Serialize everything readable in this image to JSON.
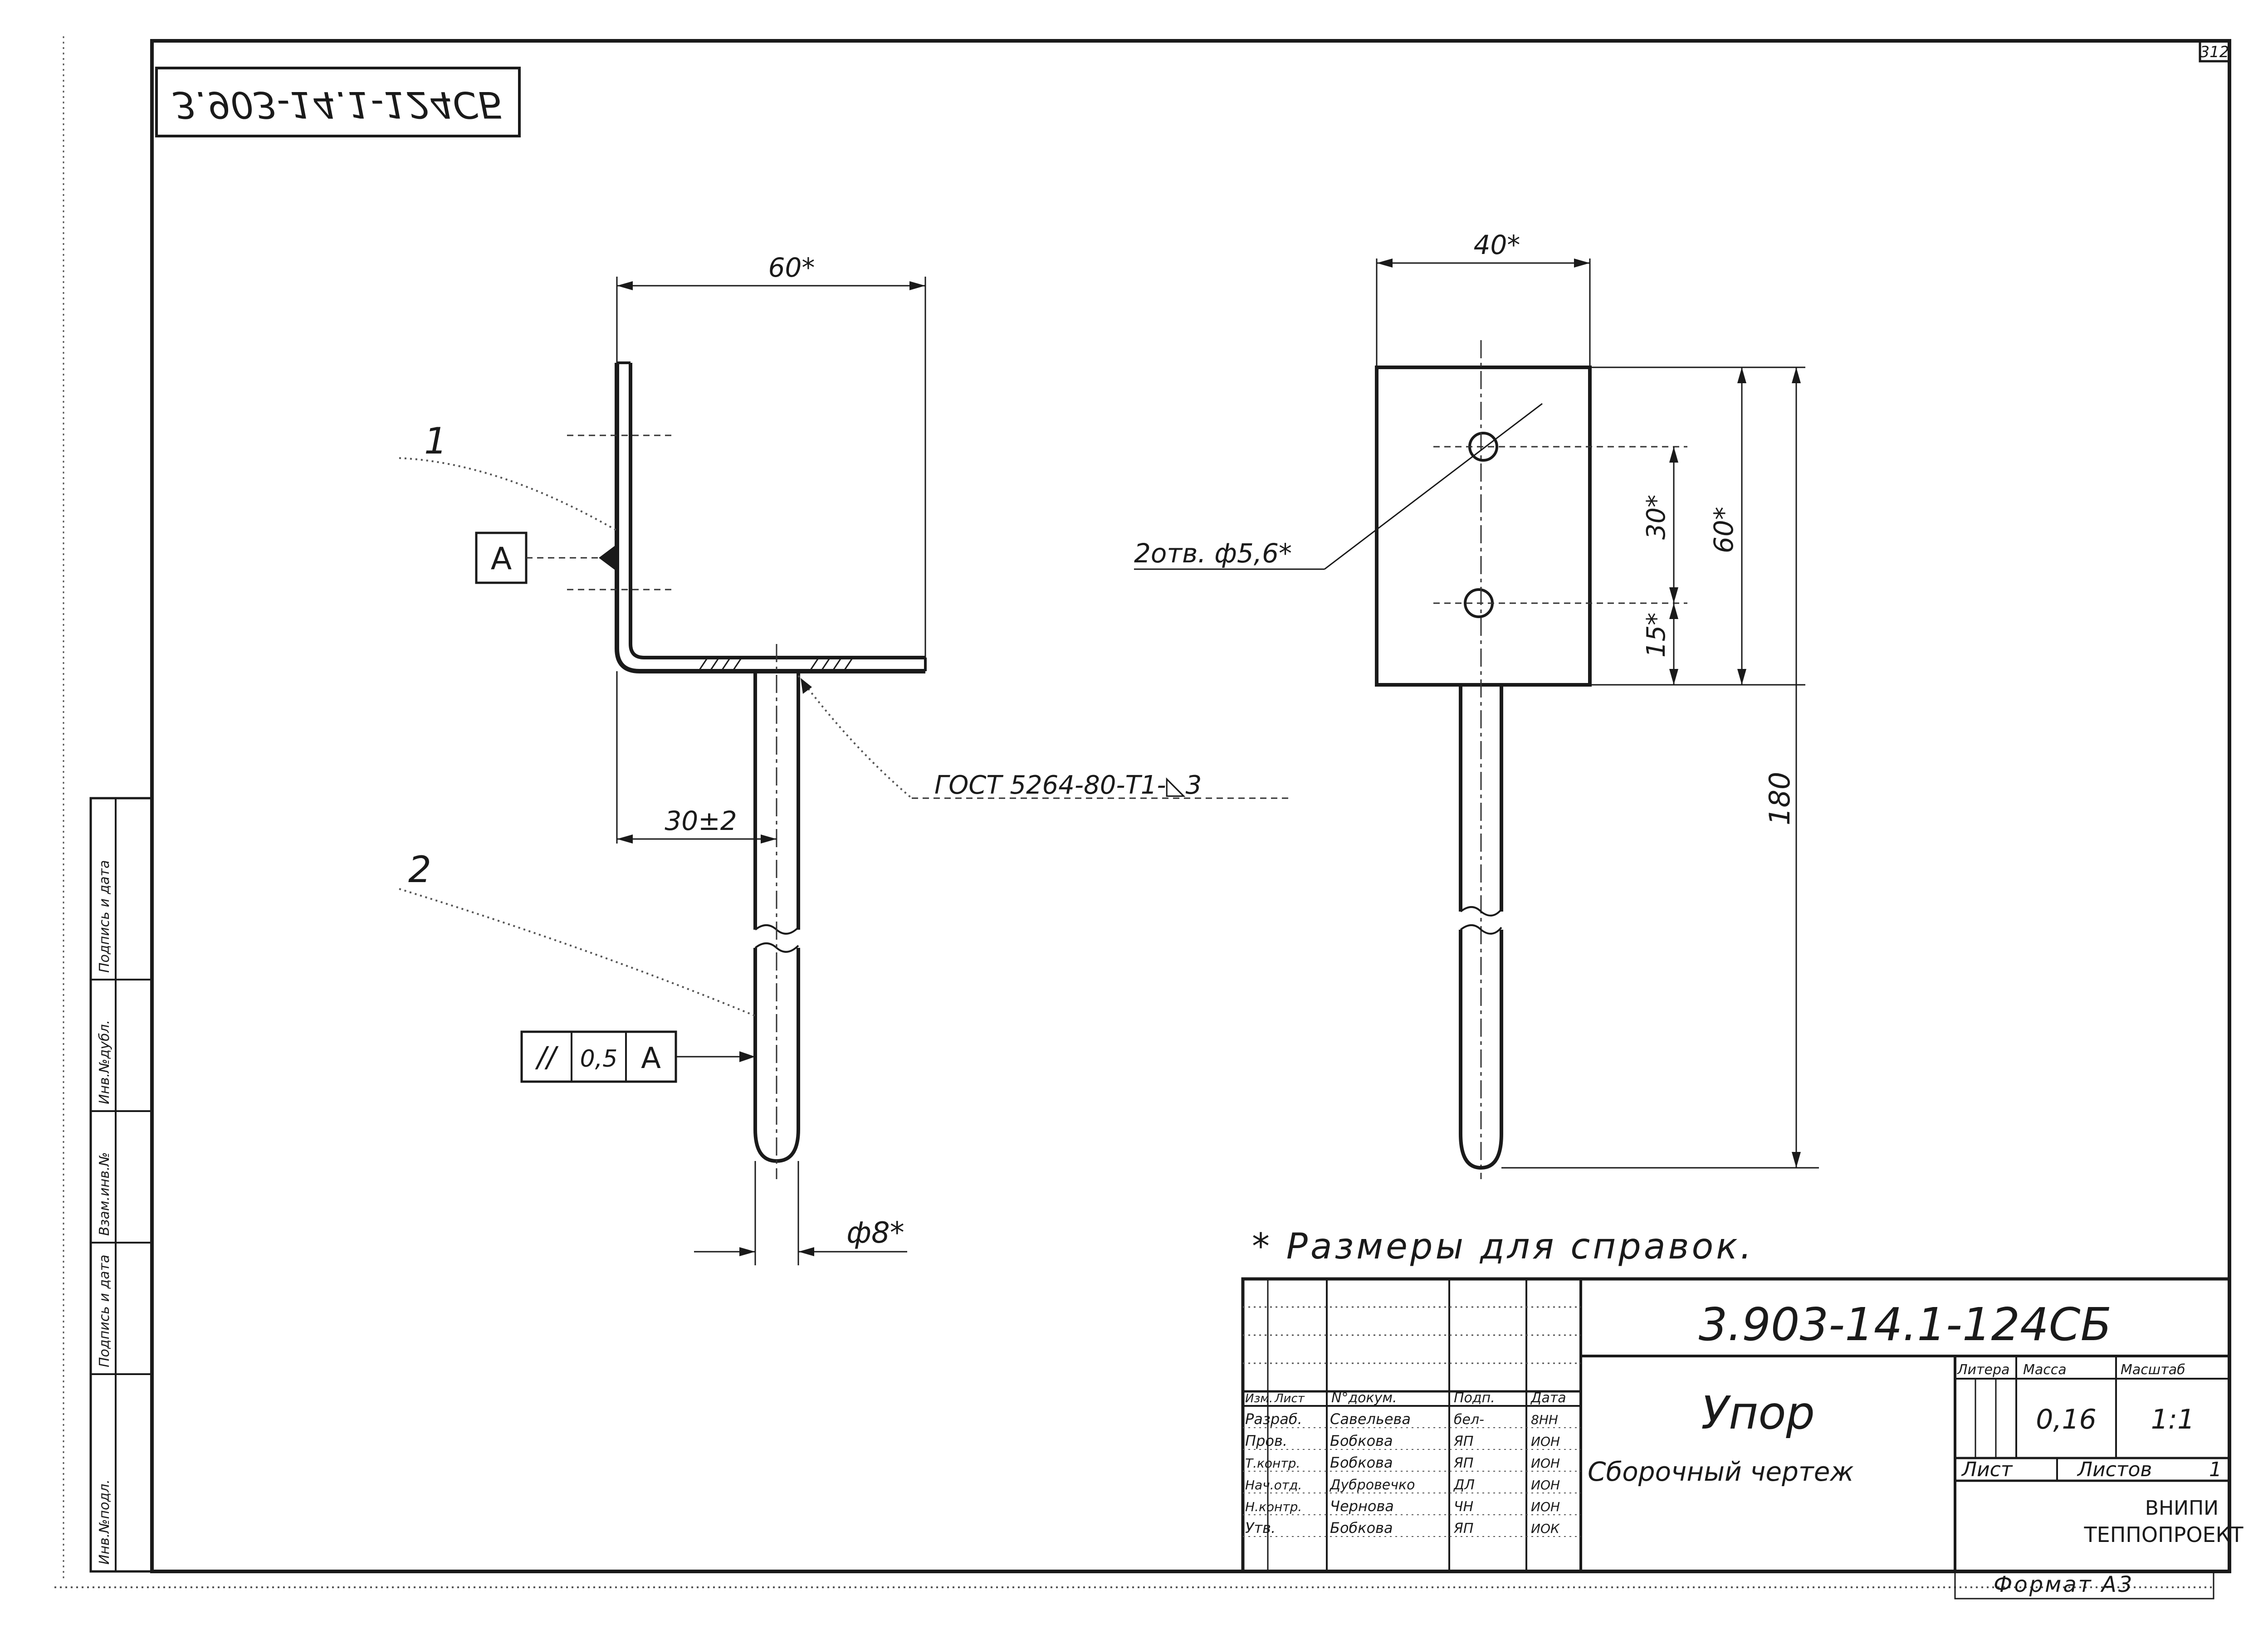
{
  "sheet_number": "312",
  "stamp_code_mirrored": "3.903-14.1-124СБ",
  "designation": "3.903-14.1-124СБ",
  "title": "Упор",
  "subtitle": "Сборочный чертеж",
  "format": "Формат А3",
  "organization": [
    "ВНИПИ",
    "ТЕППОПРОЕКТ"
  ],
  "note": "* Размеры для справок.",
  "callouts": {
    "pos1": "1",
    "pos2": "2",
    "weld": "ГОСТ 5264-80-Т1-◺3",
    "holes": "2отв. ф5,6*",
    "datum": "A",
    "parallel_symbol": "//",
    "parallel_tol": "0,5"
  },
  "dimensions": {
    "front_width": "60*",
    "offset": "30±2",
    "diameter": "ф8*",
    "side_width": "40*",
    "hole_pitch": "30*",
    "hole_edge": "15*",
    "plate_height": "60*",
    "total_length": "180"
  },
  "title_block": {
    "col_headers": [
      "Изм.",
      "Лист",
      "N°докум.",
      "Подп.",
      "Дата"
    ],
    "rows": [
      {
        "role": "Разраб.",
        "name": "Савельева",
        "sign": "бел-",
        "date": "8НН"
      },
      {
        "role": "Пров.",
        "name": "Бобкова",
        "sign": "ЯП",
        "date": "ИОН"
      },
      {
        "role": "Т.контр.",
        "name": "Бобкова",
        "sign": "ЯП",
        "date": "ИОН"
      },
      {
        "role": "Нач.отд.",
        "name": "Дубровечко",
        "sign": "ДЛ",
        "date": "ИОН"
      },
      {
        "role": "Н.контр.",
        "name": "Чернова",
        "sign": "ЧН",
        "date": "ИОН"
      },
      {
        "role": "Утв.",
        "name": "Бобкова",
        "sign": "ЯП",
        "date": "ИОК"
      }
    ],
    "litera_label": "Литера",
    "mass_label": "Масса",
    "scale_label": "Масштаб",
    "mass": "0,16",
    "scale": "1:1",
    "sheet_label": "Лист",
    "sheets_label": "Листов",
    "sheets_count": "1"
  },
  "side_strip": [
    "Инв.№подл.",
    "Подпись и дата",
    "Взам.инв.№",
    "Инв.№дубл.",
    "Подпись и дата"
  ],
  "colors": {
    "ink": "#1a1a1a",
    "paper": "#ffffff"
  }
}
